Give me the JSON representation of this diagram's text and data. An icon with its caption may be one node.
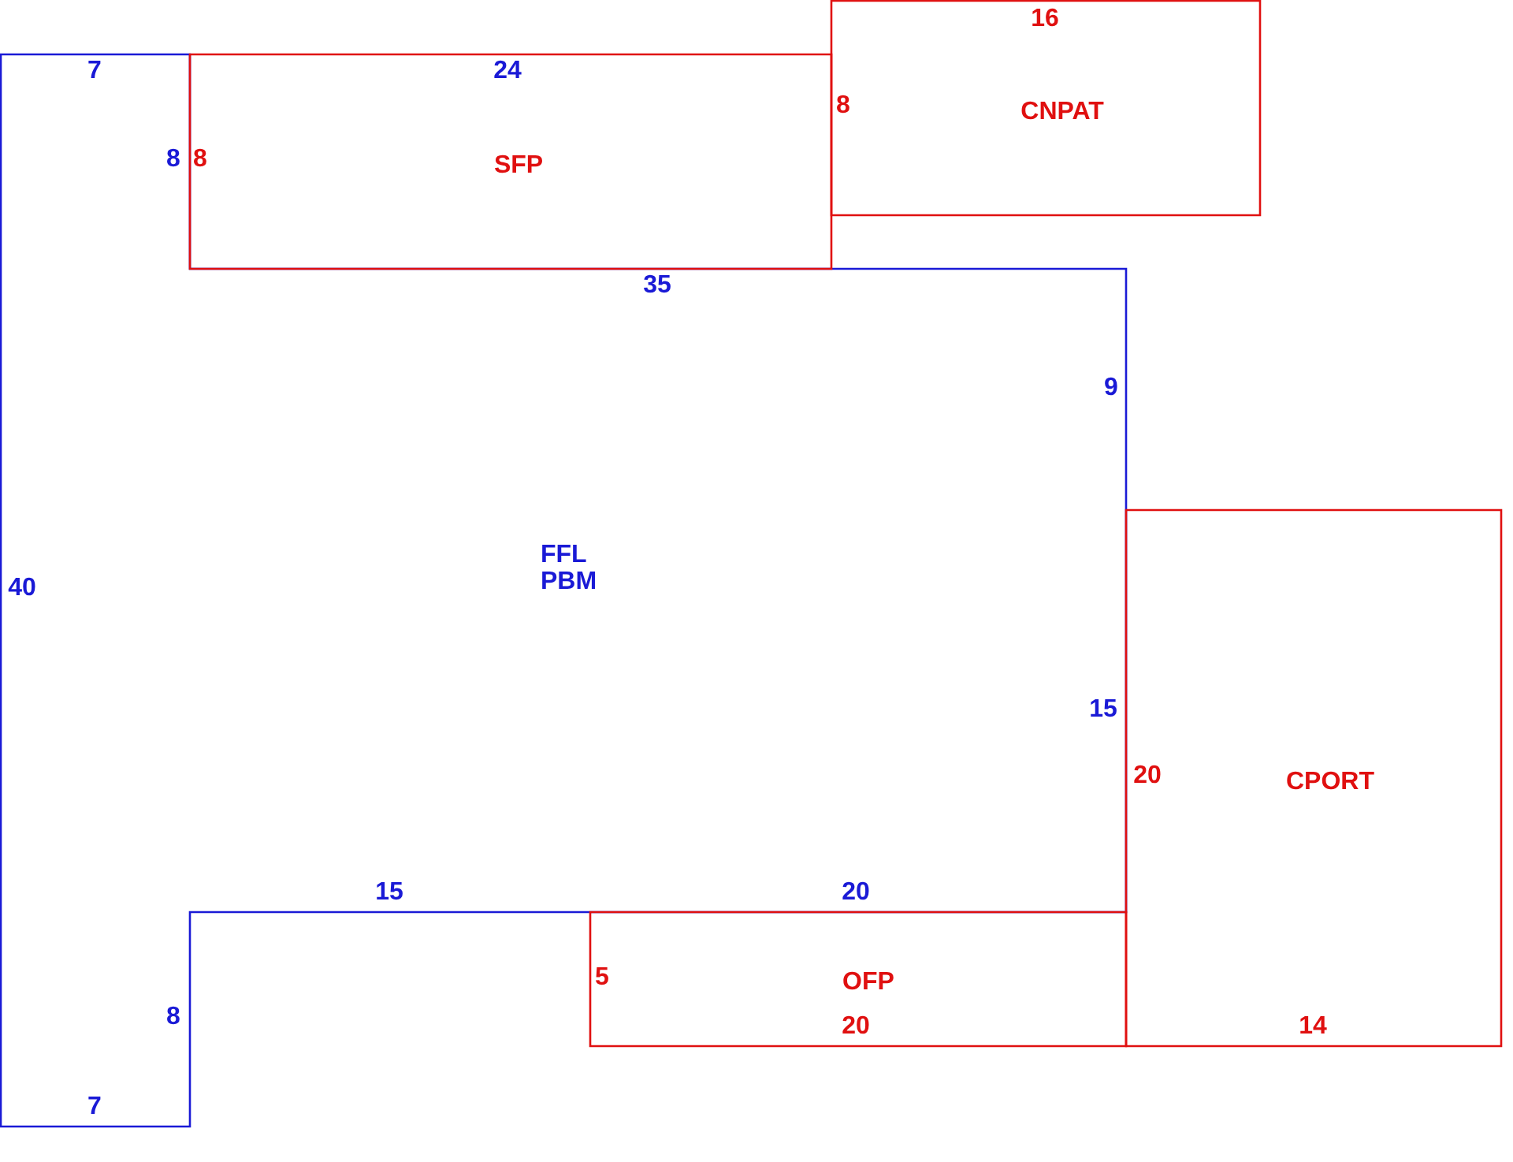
{
  "diagram": {
    "nodes": [
      {
        "text": [
          "FFL",
          "PBM"
        ]
      },
      {
        "text": [
          "SFP"
        ]
      },
      {
        "text": [
          "CNPAT"
        ]
      },
      {
        "text": [
          "CPORT"
        ]
      },
      {
        "text": [
          "OFP"
        ]
      }
    ],
    "labels": [
      "16",
      "7",
      "24",
      "8",
      "8",
      "8",
      "35",
      "9",
      "40",
      "15",
      "20",
      "15",
      "20",
      "5",
      "8",
      "20",
      "14",
      "7"
    ]
  }
}
